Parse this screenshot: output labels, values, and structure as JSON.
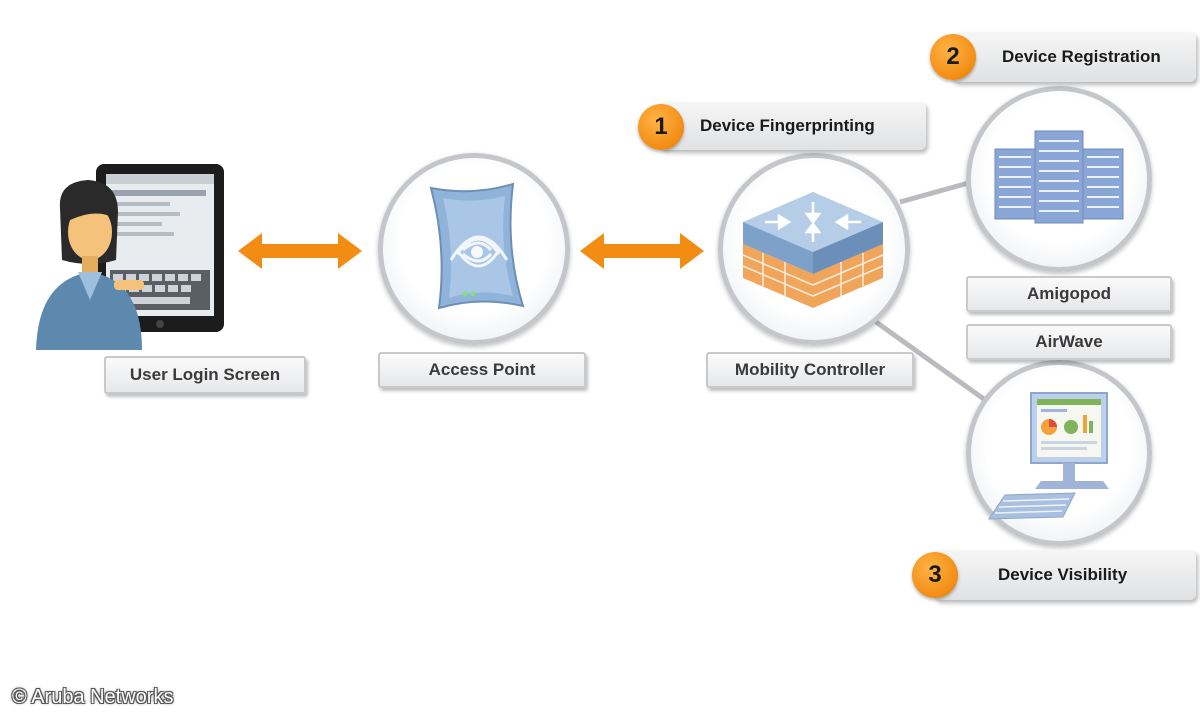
{
  "labels": {
    "user_login": "User Login Screen",
    "access_point": "Access Point",
    "mobility_controller": "Mobility Controller",
    "amigopod": "Amigopod",
    "airwave": "AirWave"
  },
  "steps": [
    {
      "number": "1",
      "label": "Device Fingerprinting"
    },
    {
      "number": "2",
      "label": "Device Registration"
    },
    {
      "number": "3",
      "label": "Device Visibility"
    }
  ],
  "copyright": "© Aruba Networks",
  "colors": {
    "accent": "#f28c13",
    "connector": "#b9bbbe",
    "server": "#8aa6d6"
  },
  "icons": {
    "user": "user-with-tablet-icon",
    "access_point": "access-point-icon",
    "controller": "controller-firewall-icon",
    "server": "server-rack-icon",
    "monitor": "monitor-dashboard-icon"
  }
}
